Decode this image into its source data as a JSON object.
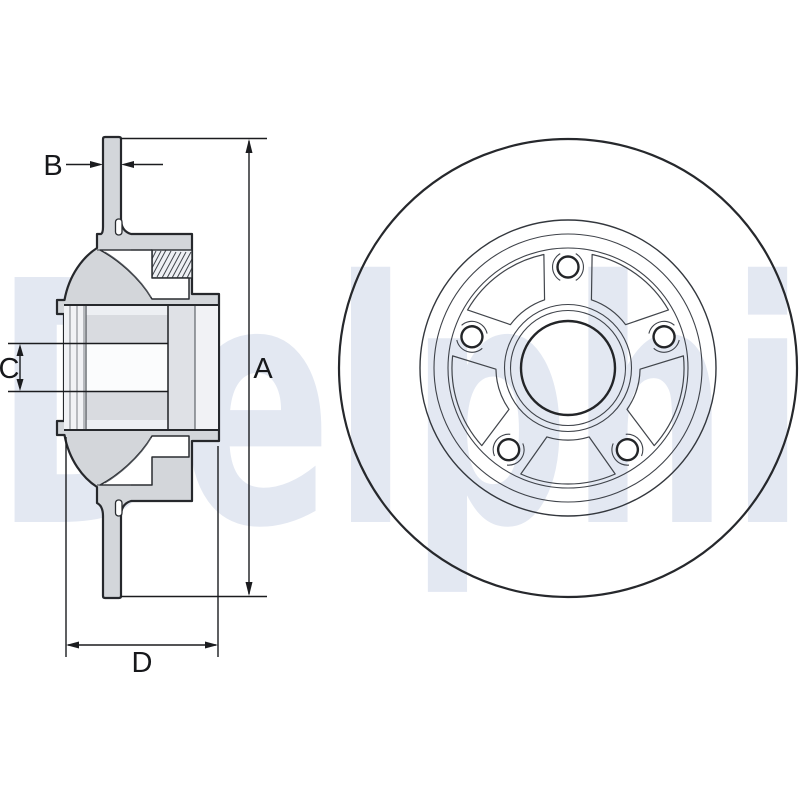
{
  "watermark": {
    "text": "Delphi"
  },
  "labels": {
    "a": "A",
    "b": "B",
    "c": "C",
    "d": "D"
  },
  "colors": {
    "watermark": "#e3e8f2",
    "outline": "#26282c",
    "metal_fill": "#d3d6da",
    "dimension_line": "#1b1c1f",
    "background": "#ffffff"
  }
}
